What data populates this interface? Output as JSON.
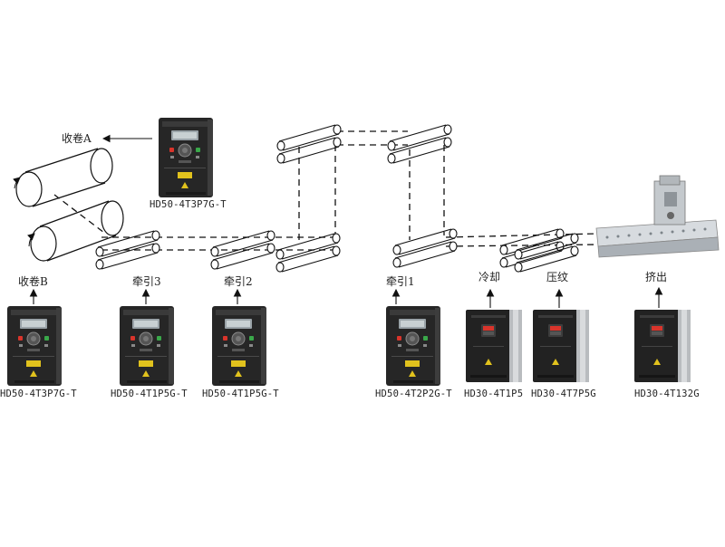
{
  "stations": {
    "winder_a": {
      "label": "收卷A",
      "model": "HD50-4T3P7G-T"
    },
    "winder_b": {
      "label": "收卷B",
      "model": "HD50-4T3P7G-T"
    },
    "traction_3": {
      "label": "牵引3",
      "model": "HD50-4T1P5G-T"
    },
    "traction_2": {
      "label": "牵引2",
      "model": "HD50-4T1P5G-T"
    },
    "traction_1": {
      "label": "牵引1",
      "model": "HD50-4T2P2G-T"
    },
    "cooling": {
      "label": "冷却",
      "model": "HD30-4T1P5"
    },
    "embossing": {
      "label": "压纹",
      "model": "HD30-4T7P5G"
    },
    "extrusion": {
      "label": "挤出",
      "model": "HD30-4T132G"
    }
  },
  "colors": {
    "line": "#1a1a1a",
    "inverter_body": "#2b2b2b",
    "die_body": "#c9ced3"
  }
}
